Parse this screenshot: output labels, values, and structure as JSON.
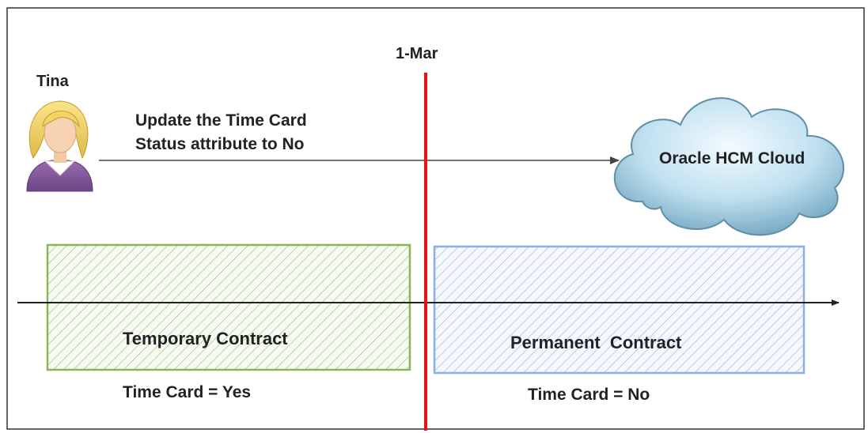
{
  "diagram": {
    "date_marker": "1-Mar",
    "person_name": "Tina",
    "action_line1": "Update the Time Card",
    "action_line2": "Status attribute to No",
    "cloud_label": "Oracle HCM Cloud",
    "temporary_contract": {
      "label": "Temporary Contract",
      "status": "Time Card = Yes",
      "color": "#8ab55a"
    },
    "permanent_contract": {
      "label": "Permanent  Contract",
      "status": "Time Card = No",
      "color": "#8eaee0"
    },
    "marker_color": "#ee1111",
    "cloud_color": "#6fa3bf",
    "icons": [
      "person-icon",
      "cloud-icon"
    ]
  }
}
